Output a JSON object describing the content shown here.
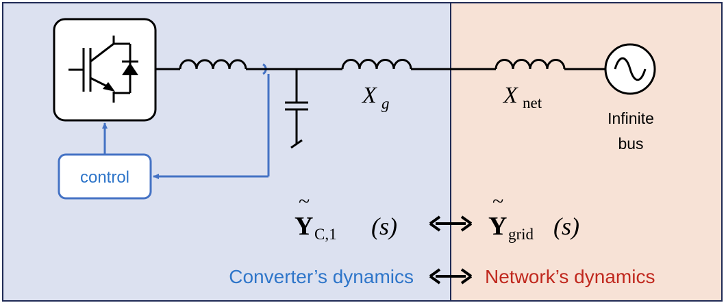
{
  "labels": {
    "control": "control",
    "infinite_bus_line1": "Infinite",
    "infinite_bus_line2": "bus",
    "xg_main": "X",
    "xg_sub": "g",
    "xnet_main": "X",
    "xnet_sub": "net",
    "y_conv_main": "Y",
    "y_conv_tilde": "~",
    "y_conv_sub": "C,1",
    "y_conv_arg": "(s)",
    "y_grid_main": "Y",
    "y_grid_tilde": "~",
    "y_grid_sub": "grid",
    "y_grid_arg": "(s)",
    "converter_dynamics": "Converter’s dynamics",
    "network_dynamics": "Network’s dynamics"
  },
  "colors": {
    "converter_bg": "#dce1f0",
    "network_bg": "#f7e2d6",
    "border": "#1f2a55",
    "line": "#000000",
    "control_blue": "#4472c4",
    "converter_text": "#2e75c9",
    "network_text": "#c0281e"
  },
  "icons": {
    "converter": "igbt-switch-icon",
    "ac_source": "ac-sine-source-icon"
  }
}
